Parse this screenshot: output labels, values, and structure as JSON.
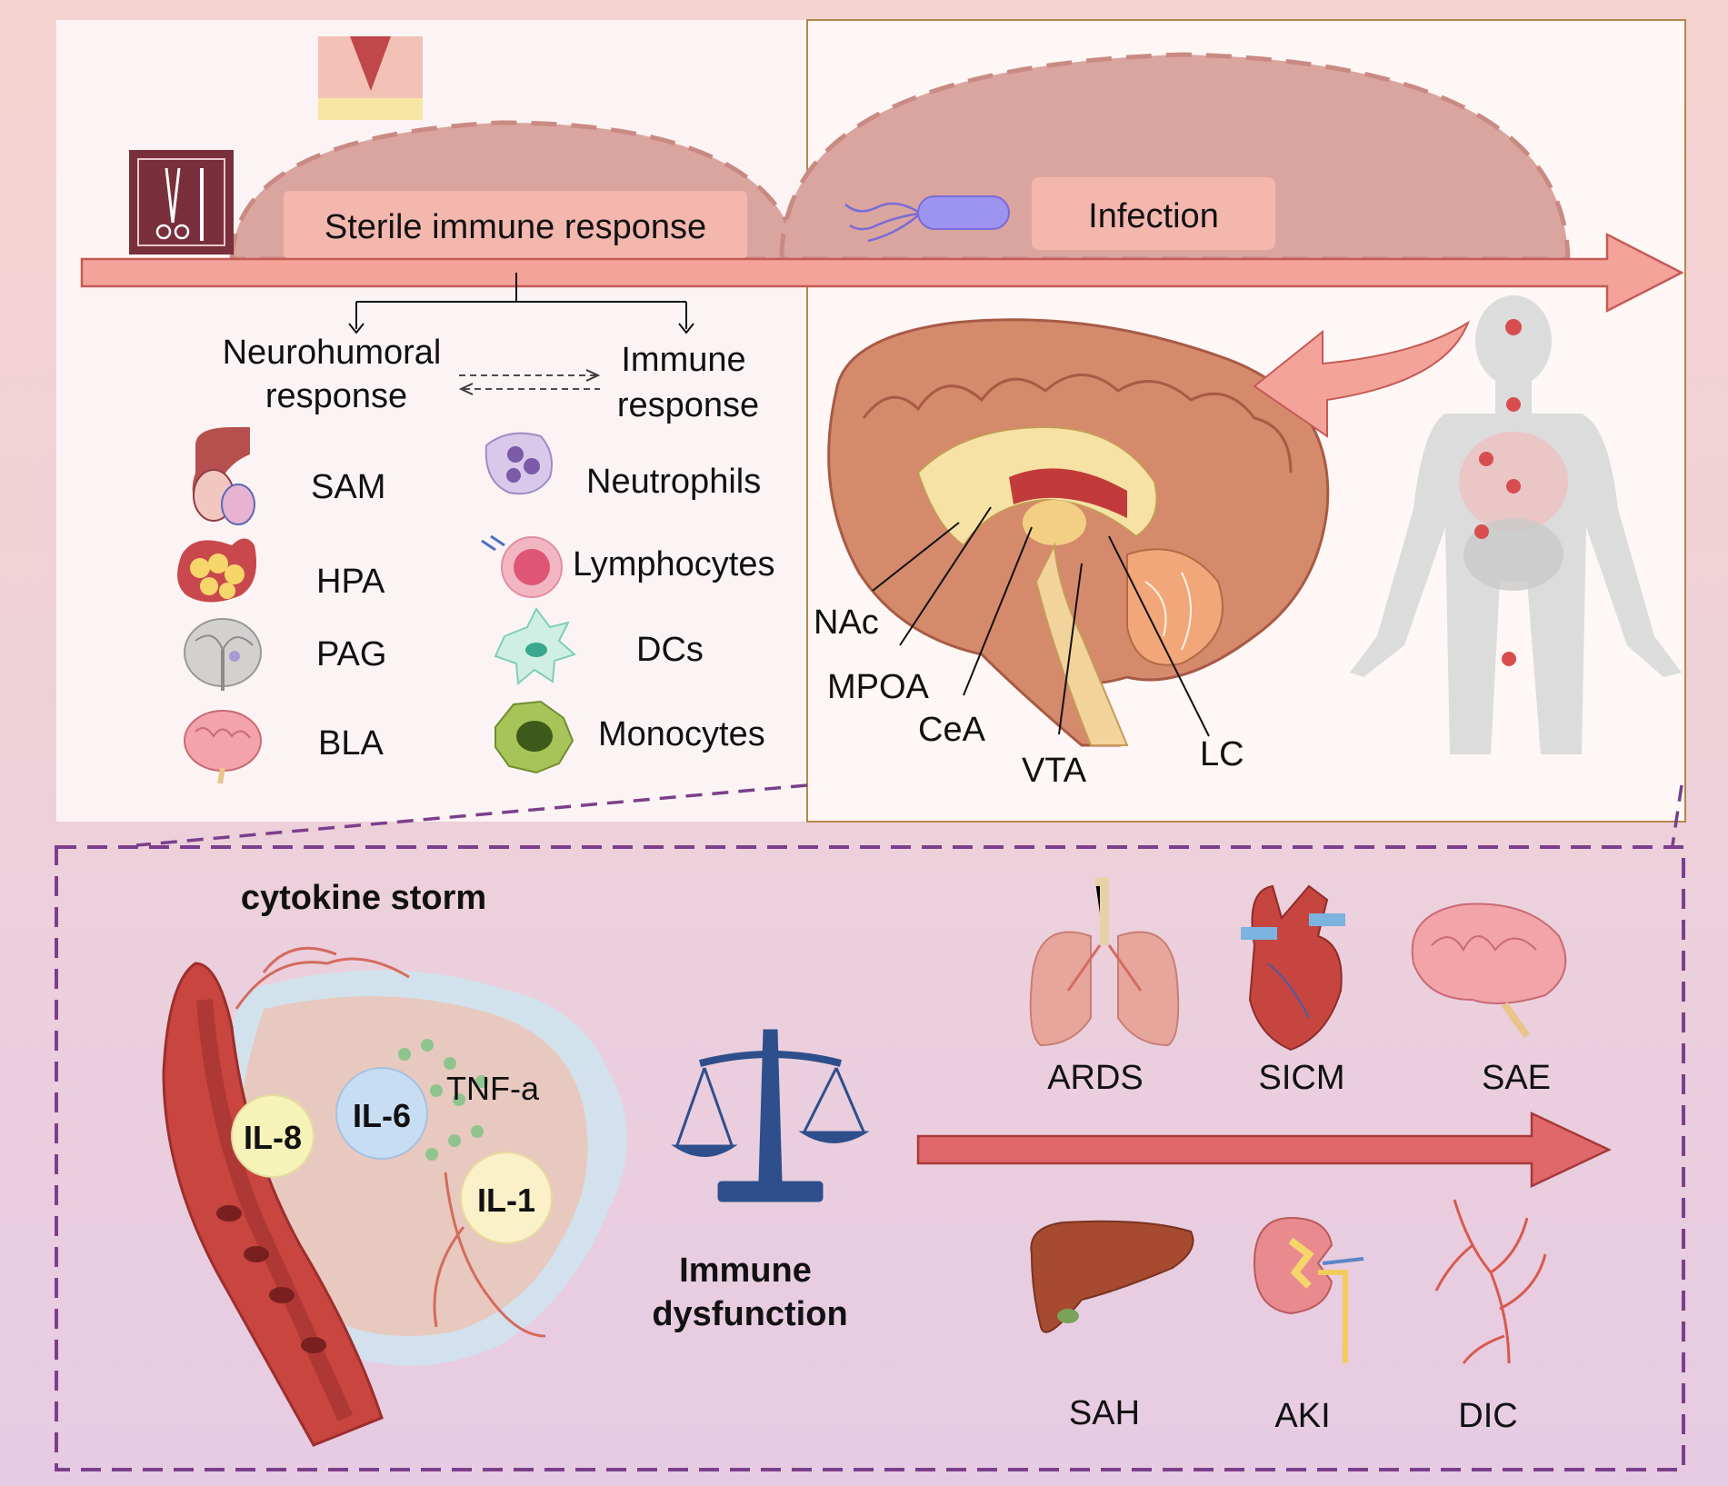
{
  "top": {
    "phase_sterile": "Sterile immune response",
    "phase_infection": "Infection",
    "branch_neuro_line1": "Neurohumoral",
    "branch_neuro_line2": "response",
    "branch_immune_line1": "Immune",
    "branch_immune_line2": "response",
    "neuro_items": [
      "SAM",
      "HPA",
      "PAG",
      "BLA"
    ],
    "immune_items": [
      "Neutrophils",
      "Lymphocytes",
      "DCs",
      "Monocytes"
    ],
    "brain_regions": [
      "NAc",
      "MPOA",
      "CeA",
      "VTA",
      "LC"
    ]
  },
  "bottom": {
    "storm_title": "cytokine storm",
    "cytokines": [
      "IL-8",
      "IL-6",
      "TNF-a",
      "IL-1"
    ],
    "dysfunction_line1": "Immune",
    "dysfunction_line2": "dysfunction",
    "organs_top": [
      "ARDS",
      "SICM",
      "SAE"
    ],
    "organs_bottom": [
      "SAH",
      "AKI",
      "DIC"
    ]
  },
  "colors": {
    "arrow": "#f4a39a",
    "arrow_dark": "#c65a55",
    "dome": "#dba59f",
    "dashed_frame": "#7b3f8c",
    "brain": "#d88a6e",
    "scale": "#2e4f8c"
  }
}
